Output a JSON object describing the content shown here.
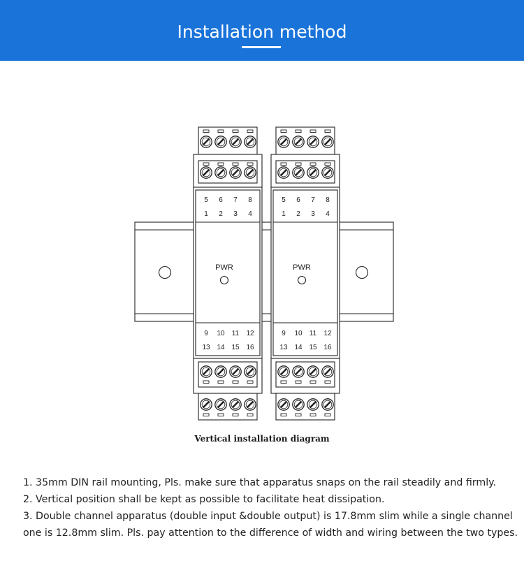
{
  "header": {
    "title": "Installation method",
    "background": "#1a73d9"
  },
  "diagram": {
    "caption": "Vertical installation diagram",
    "modules": [
      {
        "led_label": "PWR",
        "top_numbers_row1": [
          "5",
          "6",
          "7",
          "8"
        ],
        "top_numbers_row2": [
          "1",
          "2",
          "3",
          "4"
        ],
        "bottom_numbers_row1": [
          "9",
          "10",
          "11",
          "12"
        ],
        "bottom_numbers_row2": [
          "13",
          "14",
          "15",
          "16"
        ]
      },
      {
        "led_label": "PWR",
        "top_numbers_row1": [
          "5",
          "6",
          "7",
          "8"
        ],
        "top_numbers_row2": [
          "1",
          "2",
          "3",
          "4"
        ],
        "bottom_numbers_row1": [
          "9",
          "10",
          "11",
          "12"
        ],
        "bottom_numbers_row2": [
          "13",
          "14",
          "15",
          "16"
        ]
      }
    ]
  },
  "notes": {
    "line1": "1. 35mm DIN rail mounting, Pls. make sure that apparatus snaps on the rail steadily and firmly.",
    "line2": "2. Vertical position shall be kept as possible to facilitate heat dissipation.",
    "line3": "3. Double channel apparatus (double input &double output) is 17.8mm slim while a single channel",
    "line4": "one is 12.8mm slim. Pls. pay attention to the difference of width and wiring between the two types."
  }
}
